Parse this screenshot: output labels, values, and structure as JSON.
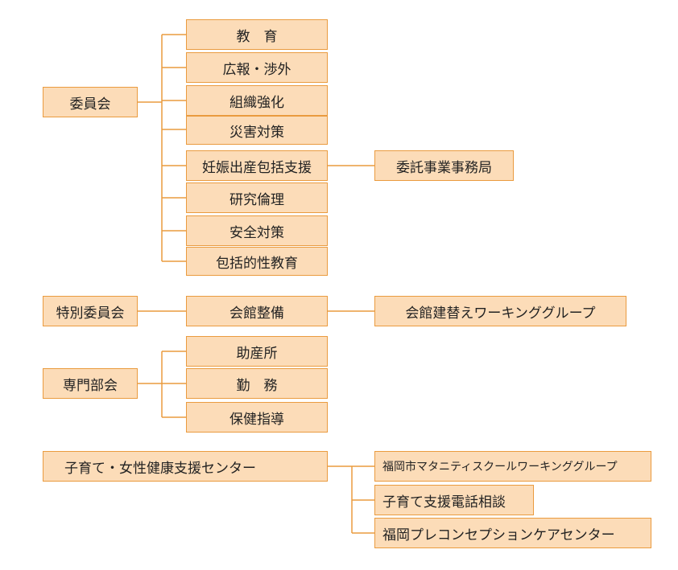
{
  "committees": {
    "label": "委員会",
    "items": [
      "教　育",
      "広報・渉外",
      "組織強化",
      "災害対策",
      "妊娠出産包括支援",
      "研究倫理",
      "安全対策",
      "包括的性教育"
    ],
    "child_of_pregnancy": "委託事業事務局"
  },
  "special_committee": {
    "label": "特別委員会",
    "item": "会館整備",
    "child": "会館建替えワーキンググループ"
  },
  "specialized_sections": {
    "label": "専門部会",
    "items": [
      "助産所",
      "勤　務",
      "保健指導"
    ]
  },
  "center": {
    "label": "子育て・女性健康支援センター",
    "items": [
      "福岡市マタニティスクールワーキンググループ",
      "子育て支援電話相談",
      "福岡プレコンセプションケアセンター"
    ]
  },
  "colors": {
    "box_fill": "#fcdcb8",
    "box_border": "#ea9b3f",
    "line": "#ea9b3f"
  }
}
